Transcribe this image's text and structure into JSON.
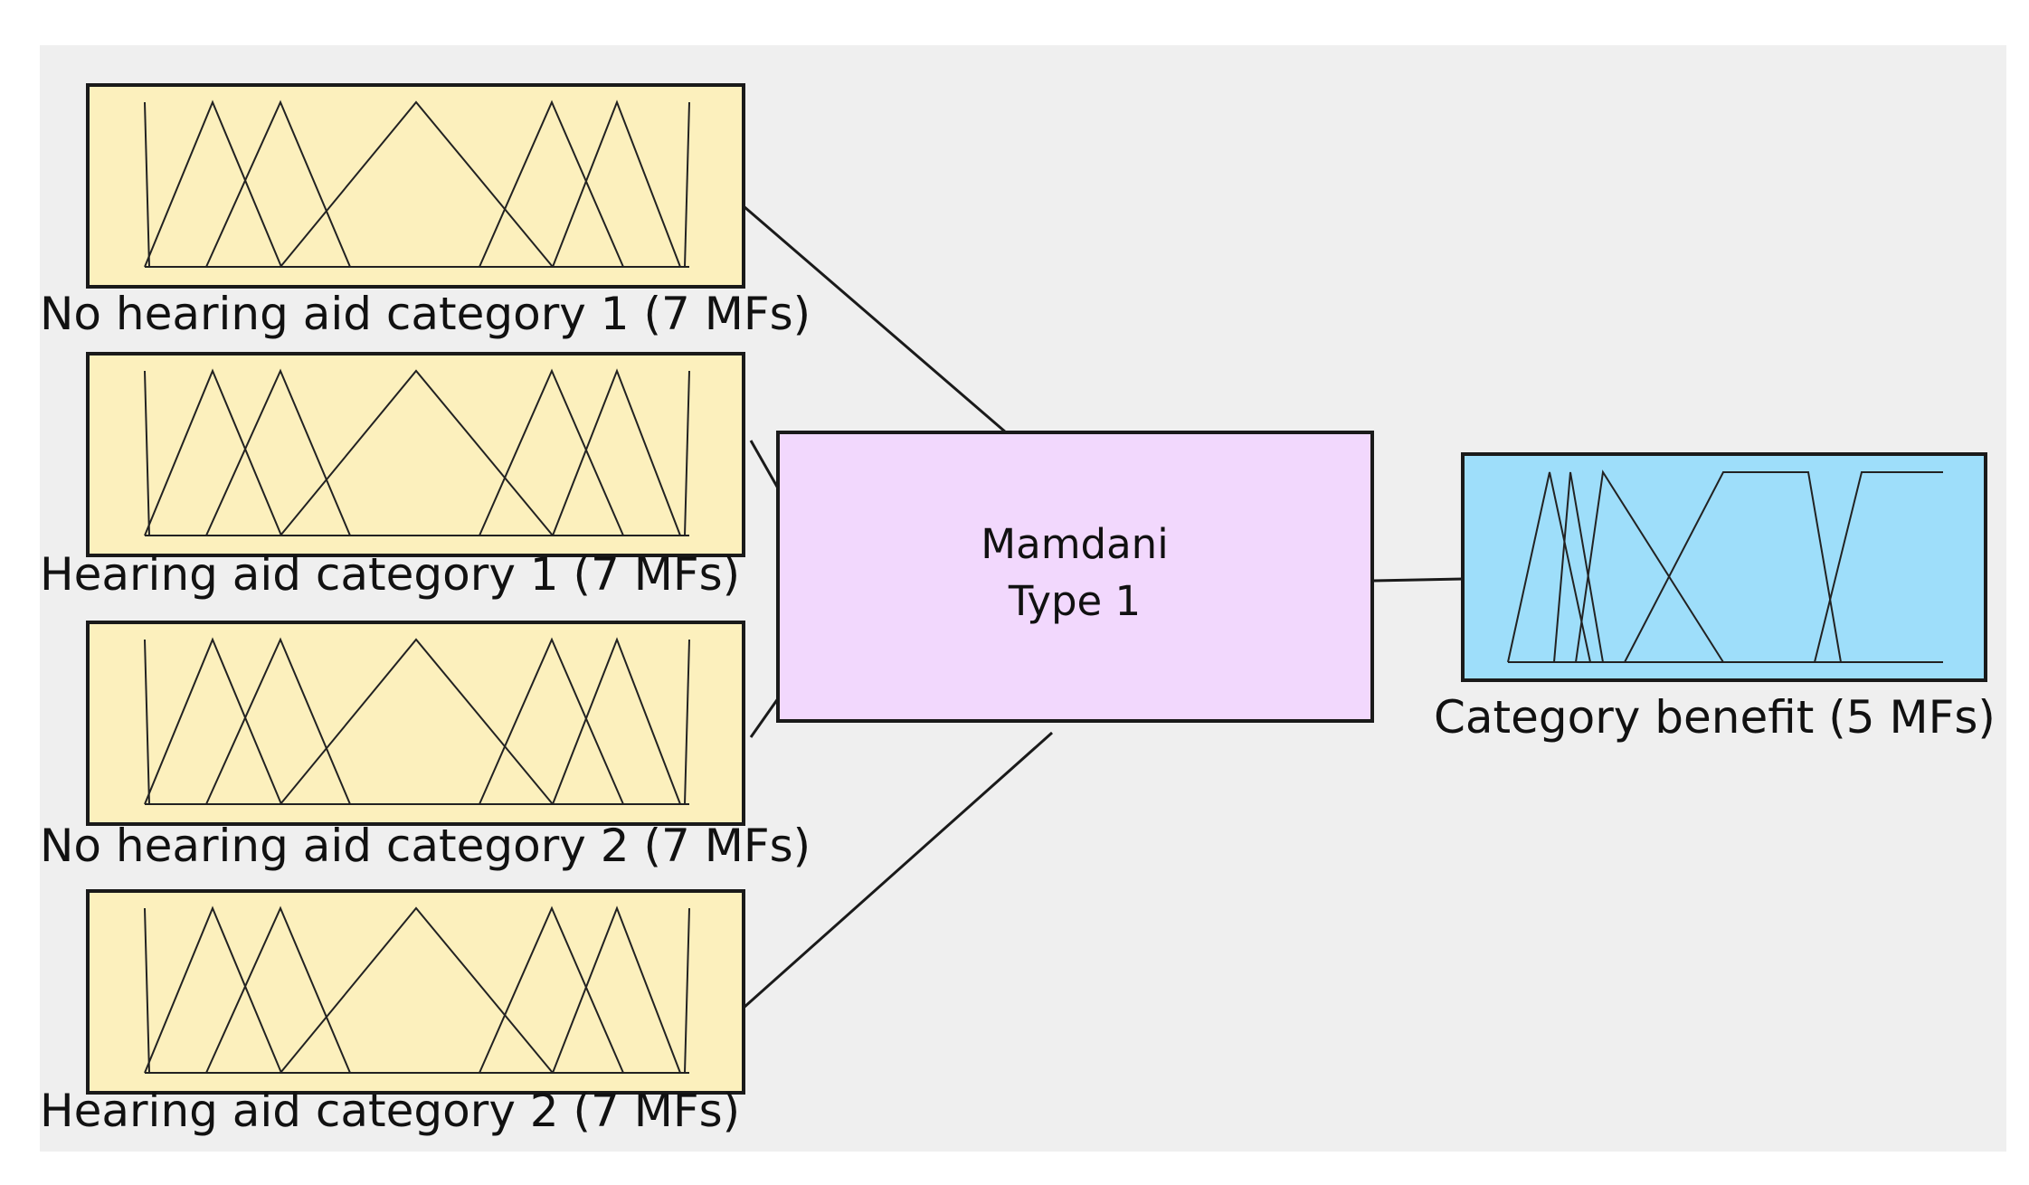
{
  "colors": {
    "background_panel": "#efefef",
    "input_fill": "#fcf0bd",
    "system_fill": "#f2d8fd",
    "output_fill": "#9edefa",
    "stroke": "#1a1a1a"
  },
  "inputs": [
    {
      "name": "No hearing aid category 1 (7 MFs)",
      "mf_count": 7
    },
    {
      "name": "Hearing aid category 1 (7 MFs)",
      "mf_count": 7
    },
    {
      "name": "No hearing aid category 2 (7 MFs)",
      "mf_count": 7
    },
    {
      "name": "Hearing aid category 2 (7 MFs)",
      "mf_count": 7
    }
  ],
  "system": {
    "line1": "Mamdani",
    "line2": "Type 1"
  },
  "output": {
    "name": "Category benefit (5 MFs)",
    "mf_count": 5
  }
}
